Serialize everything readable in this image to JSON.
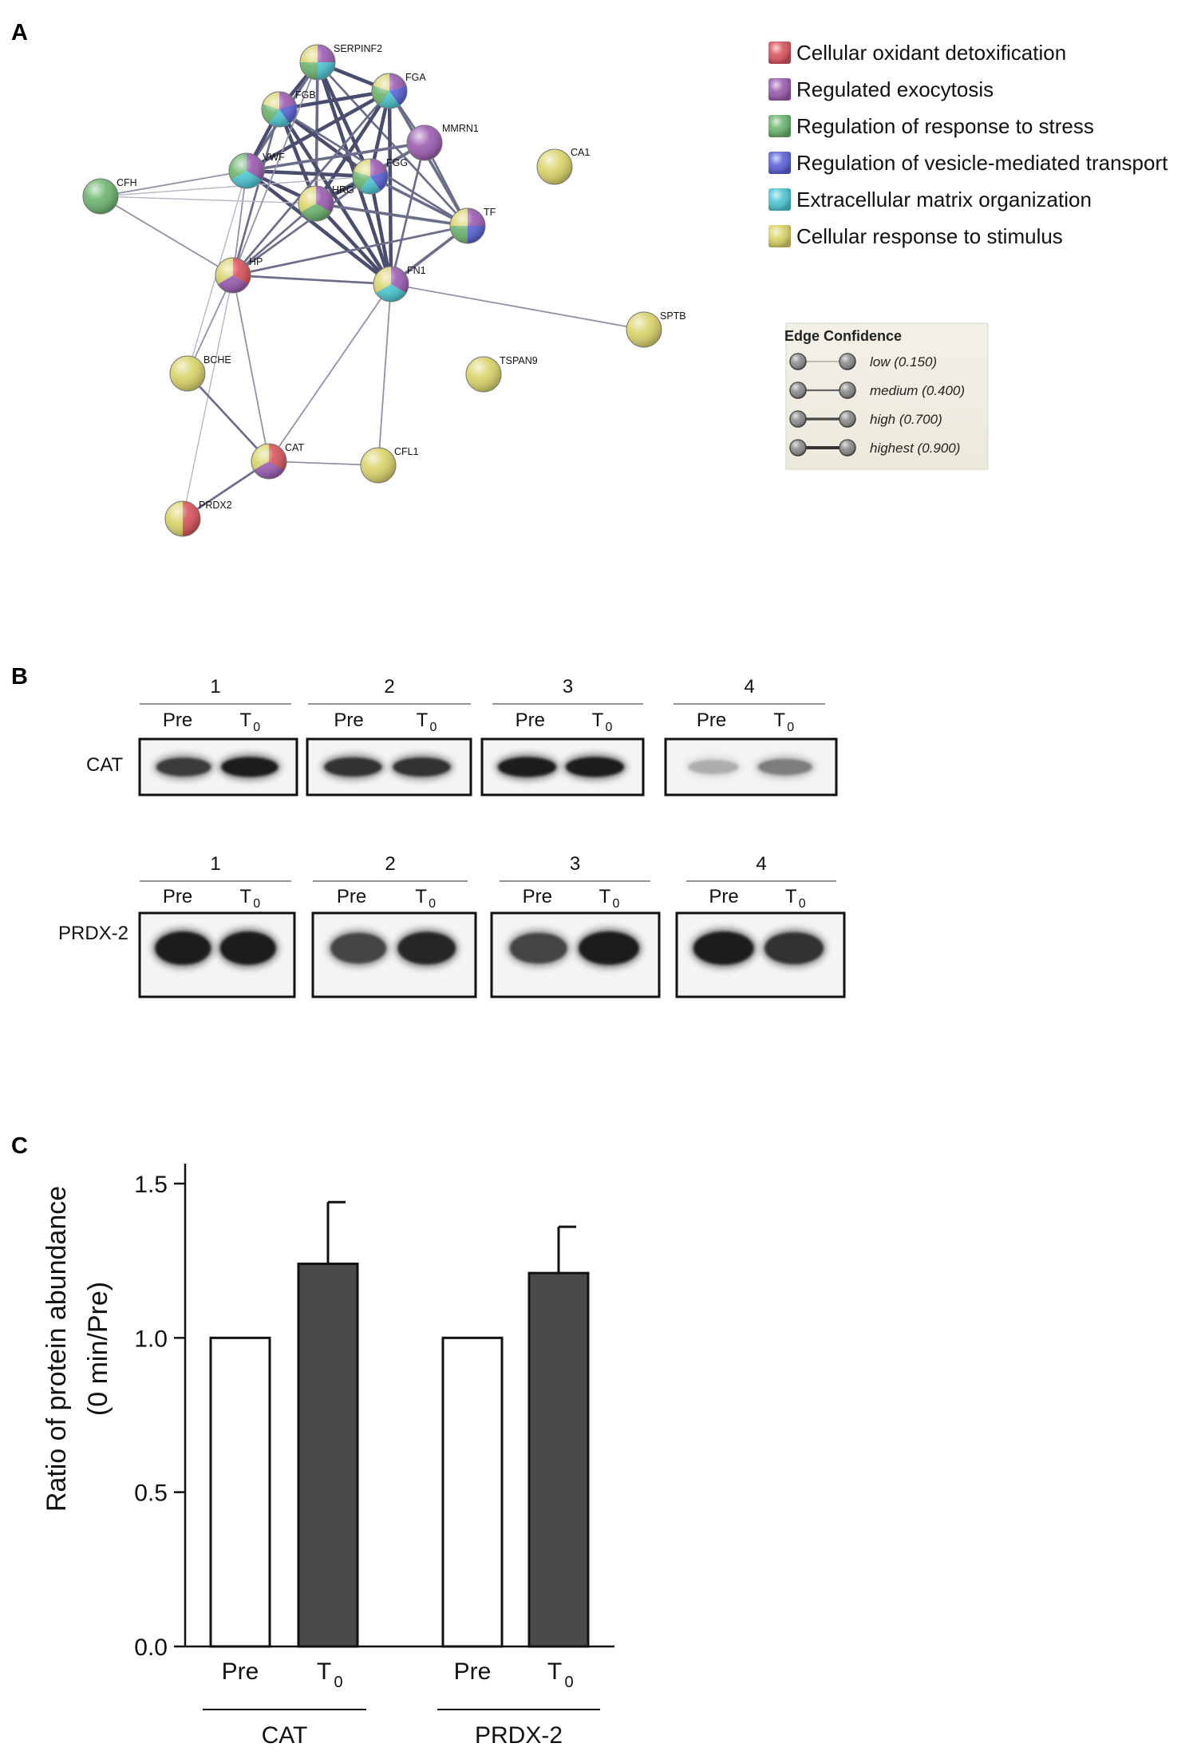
{
  "panels": {
    "a": "A",
    "b": "B",
    "c": "C"
  },
  "network": {
    "nodes": [
      {
        "id": "SERPINF2",
        "colors": [
          "#9a5bb0",
          "#4cc6d2",
          "#6bb36d",
          "#d9d368"
        ]
      },
      {
        "id": "FGA",
        "colors": [
          "#9a5bb0",
          "#5a63d8",
          "#4cc6d2",
          "#6bb36d",
          "#d9d368"
        ]
      },
      {
        "id": "FGB",
        "colors": [
          "#9a5bb0",
          "#5a63d8",
          "#4cc6d2",
          "#6bb36d",
          "#d9d368"
        ]
      },
      {
        "id": "MMRN1",
        "colors": [
          "#9a5bb0"
        ]
      },
      {
        "id": "CA1",
        "colors": [
          "#d9d368"
        ]
      },
      {
        "id": "CFH",
        "colors": [
          "#6bb36d"
        ]
      },
      {
        "id": "VWF",
        "colors": [
          "#9a5bb0",
          "#4cc6d2",
          "#6bb36d"
        ]
      },
      {
        "id": "FGG",
        "colors": [
          "#9a5bb0",
          "#5a63d8",
          "#4cc6d2",
          "#6bb36d",
          "#d9d368"
        ]
      },
      {
        "id": "HRG",
        "colors": [
          "#9a5bb0",
          "#6bb36d",
          "#d9d368"
        ]
      },
      {
        "id": "TF",
        "colors": [
          "#9a5bb0",
          "#5a63d8",
          "#6bb36d",
          "#d9d368"
        ]
      },
      {
        "id": "HP",
        "colors": [
          "#d9525c",
          "#9a5bb0",
          "#d9d368"
        ]
      },
      {
        "id": "FN1",
        "colors": [
          "#9a5bb0",
          "#4cc6d2",
          "#d9d368"
        ]
      },
      {
        "id": "SPTB",
        "colors": [
          "#d9d368"
        ]
      },
      {
        "id": "BCHE",
        "colors": [
          "#d9d368"
        ]
      },
      {
        "id": "TSPAN9",
        "colors": [
          "#d9d368"
        ]
      },
      {
        "id": "CAT",
        "colors": [
          "#d9525c",
          "#9a5bb0",
          "#d9d368"
        ]
      },
      {
        "id": "CFL1",
        "colors": [
          "#d9d368"
        ]
      },
      {
        "id": "PRDX2",
        "colors": [
          "#d9525c",
          "#d9d368"
        ]
      }
    ],
    "legend": [
      {
        "label": "Cellular oxidant detoxification",
        "color": "#d9525c"
      },
      {
        "label": "Regulated exocytosis",
        "color": "#9a5bb0"
      },
      {
        "label": "Regulation of response to stress",
        "color": "#6bb36d"
      },
      {
        "label": "Regulation of vesicle-mediated transport",
        "color": "#5a63d8"
      },
      {
        "label": "Extracellular matrix organization",
        "color": "#4cc6d2"
      },
      {
        "label": "Cellular response to stimulus",
        "color": "#d9d368"
      }
    ],
    "edge_confidence": {
      "title": "Edge Confidence",
      "levels": [
        {
          "label": "low (0.150)",
          "value": 0.15
        },
        {
          "label": "medium (0.400)",
          "value": 0.4
        },
        {
          "label": "high (0.700)",
          "value": 0.7
        },
        {
          "label": "highest (0.900)",
          "value": 0.9
        }
      ]
    }
  },
  "western": {
    "lanes": [
      "1",
      "2",
      "3",
      "4"
    ],
    "pre": "Pre",
    "t": "T",
    "t_sub": "0",
    "rows": [
      {
        "protein": "CAT",
        "intensity": [
          [
            0.85,
            1.0
          ],
          [
            0.9,
            0.9
          ],
          [
            1.0,
            1.0
          ],
          [
            0.25,
            0.5
          ]
        ]
      },
      {
        "protein": "PRDX-2",
        "intensity": [
          [
            1.0,
            1.0
          ],
          [
            0.8,
            0.95
          ],
          [
            0.8,
            1.0
          ],
          [
            1.0,
            0.9
          ]
        ]
      }
    ]
  },
  "chart_data": {
    "type": "bar",
    "ylabel_line1": "Ratio of protein abundance",
    "ylabel_line2": "(0 min/Pre)",
    "ylim": [
      0,
      1.6
    ],
    "yticks": [
      0.0,
      0.5,
      1.0,
      1.5
    ],
    "ytick_labels": [
      "0.0",
      "0.5",
      "1.0",
      "1.5"
    ],
    "groups": [
      "CAT",
      "PRDX-2"
    ],
    "categories": [
      "Pre",
      "T0"
    ],
    "category_labels": [
      {
        "main": "Pre",
        "sub": ""
      },
      {
        "main": "T",
        "sub": "0"
      }
    ],
    "series": [
      {
        "name": "Pre",
        "color": "#ffffff",
        "values": [
          1.0,
          1.0
        ],
        "errors": [
          0,
          0
        ]
      },
      {
        "name": "T0",
        "color": "#4a4a4a",
        "values": [
          1.24,
          1.21
        ],
        "errors": [
          0.2,
          0.15
        ]
      }
    ]
  }
}
